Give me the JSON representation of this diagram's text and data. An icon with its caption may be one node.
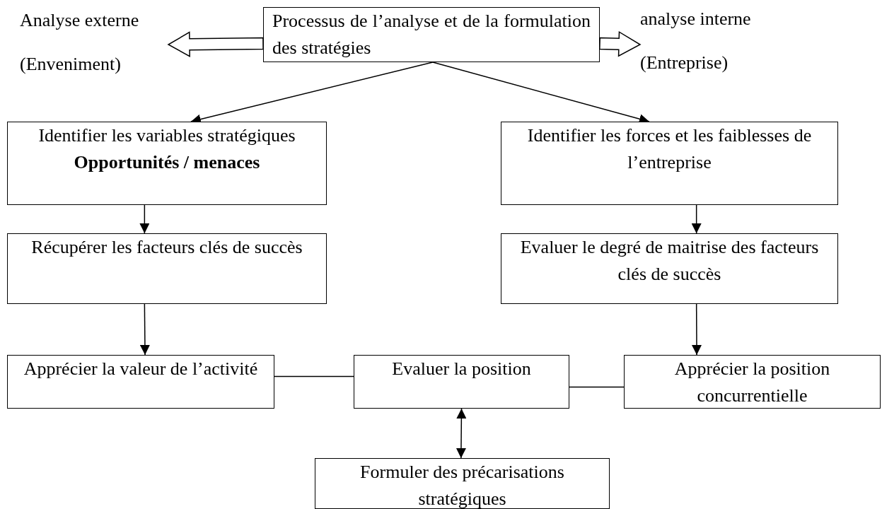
{
  "diagram": {
    "nodes": [
      {
        "text": [
          "Processus de l’analyse et de la formulation des stratégies"
        ]
      },
      {
        "text": [
          "Analyse externe",
          "(Enveniment)"
        ]
      },
      {
        "text": [
          "analyse interne",
          "(Entreprise)"
        ]
      },
      {
        "text": [
          "Identifier les variables stratégiques",
          "Opportunités / menaces"
        ]
      },
      {
        "text": [
          "Identifier les forces et les faiblesses de l’entreprise"
        ]
      },
      {
        "text": [
          "Récupérer les facteurs clés de succès"
        ]
      },
      {
        "text": [
          "Evaluer le degré de maitrise des facteurs clés de succès"
        ]
      },
      {
        "text": [
          "Apprécier la valeur de l’activité"
        ]
      },
      {
        "text": [
          "Evaluer la position"
        ]
      },
      {
        "text": [
          "Apprécier la position concurrentielle"
        ]
      },
      {
        "text": [
          "Formuler des précarisations stratégiques"
        ]
      }
    ],
    "edges": [
      {
        "from": 0,
        "to": 3,
        "arrow": "to"
      },
      {
        "from": 0,
        "to": 4,
        "arrow": "to"
      },
      {
        "from": 3,
        "to": 5,
        "arrow": "to"
      },
      {
        "from": 4,
        "to": 6,
        "arrow": "to"
      },
      {
        "from": 5,
        "to": 7,
        "arrow": "to"
      },
      {
        "from": 6,
        "to": 9,
        "arrow": "to"
      },
      {
        "from": 7,
        "to": 8,
        "arrow": "none"
      },
      {
        "from": 9,
        "to": 8,
        "arrow": "none"
      },
      {
        "from": 8,
        "to": 10,
        "arrow": "both"
      },
      {
        "from": 0,
        "to": 1,
        "arrow": "to",
        "style": "thick"
      },
      {
        "from": 0,
        "to": 2,
        "arrow": "to",
        "style": "thick"
      }
    ]
  }
}
